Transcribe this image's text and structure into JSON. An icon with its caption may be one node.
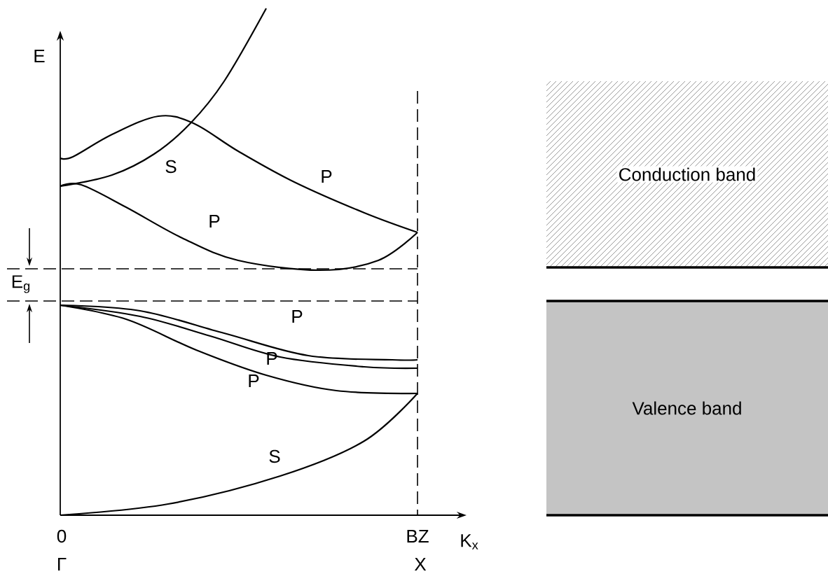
{
  "diagram": {
    "nodes": [
      {
        "text": [
          "Conduction band"
        ]
      },
      {
        "text": [
          "Valence band"
        ]
      }
    ],
    "labels": [
      "E",
      "E$_{g}$",
      "S",
      "P",
      "P",
      "P",
      "P",
      "P",
      "S",
      "0",
      "Γ",
      "BZ",
      "K$_{x}$",
      "X"
    ]
  }
}
